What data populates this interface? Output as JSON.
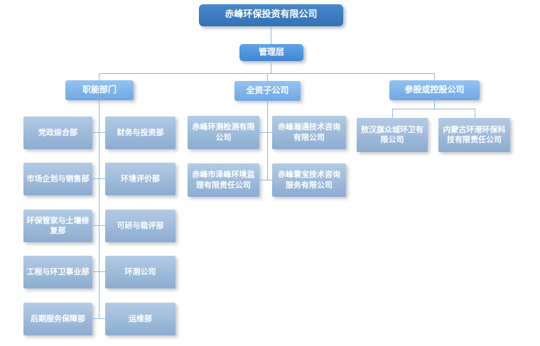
{
  "org_chart": {
    "root": {
      "label": "赤峰环保投资有限公司"
    },
    "management": {
      "label": "管理层"
    },
    "branches": [
      {
        "label": "职能部门",
        "left_column": [
          "党政综合部",
          "市场企划与销售部",
          "环保管家与土壤修复部",
          "工程与环卫事业部",
          "后期服务保障部"
        ],
        "right_column": [
          "财务与投资部",
          "环境评价部",
          "可研与稳评部",
          "环测公司",
          "运维部"
        ]
      },
      {
        "label": "全资子公司",
        "left_column": [
          "赤峰环测检测有限公司",
          "赤峰市泽峰环境监理有限责任公司"
        ],
        "right_column": [
          "赤峰瀚通技术咨询有限公司",
          "赤峰寰宝技术咨询服务有限公司"
        ]
      },
      {
        "label": "参股或控股公司",
        "children": [
          "敖汉旗众城环卫有限公司",
          "内蒙古环港环保科技有限责任公司"
        ]
      }
    ],
    "colors": {
      "root_box": "#3a78bc",
      "management_box": "#4f95dc",
      "branch_box": "#7fb4ea",
      "child_box_top": "#b2cbe5",
      "child_box_bottom": "#8cacd0",
      "connector": "#8fb8dc",
      "text": "#ffffff"
    }
  }
}
